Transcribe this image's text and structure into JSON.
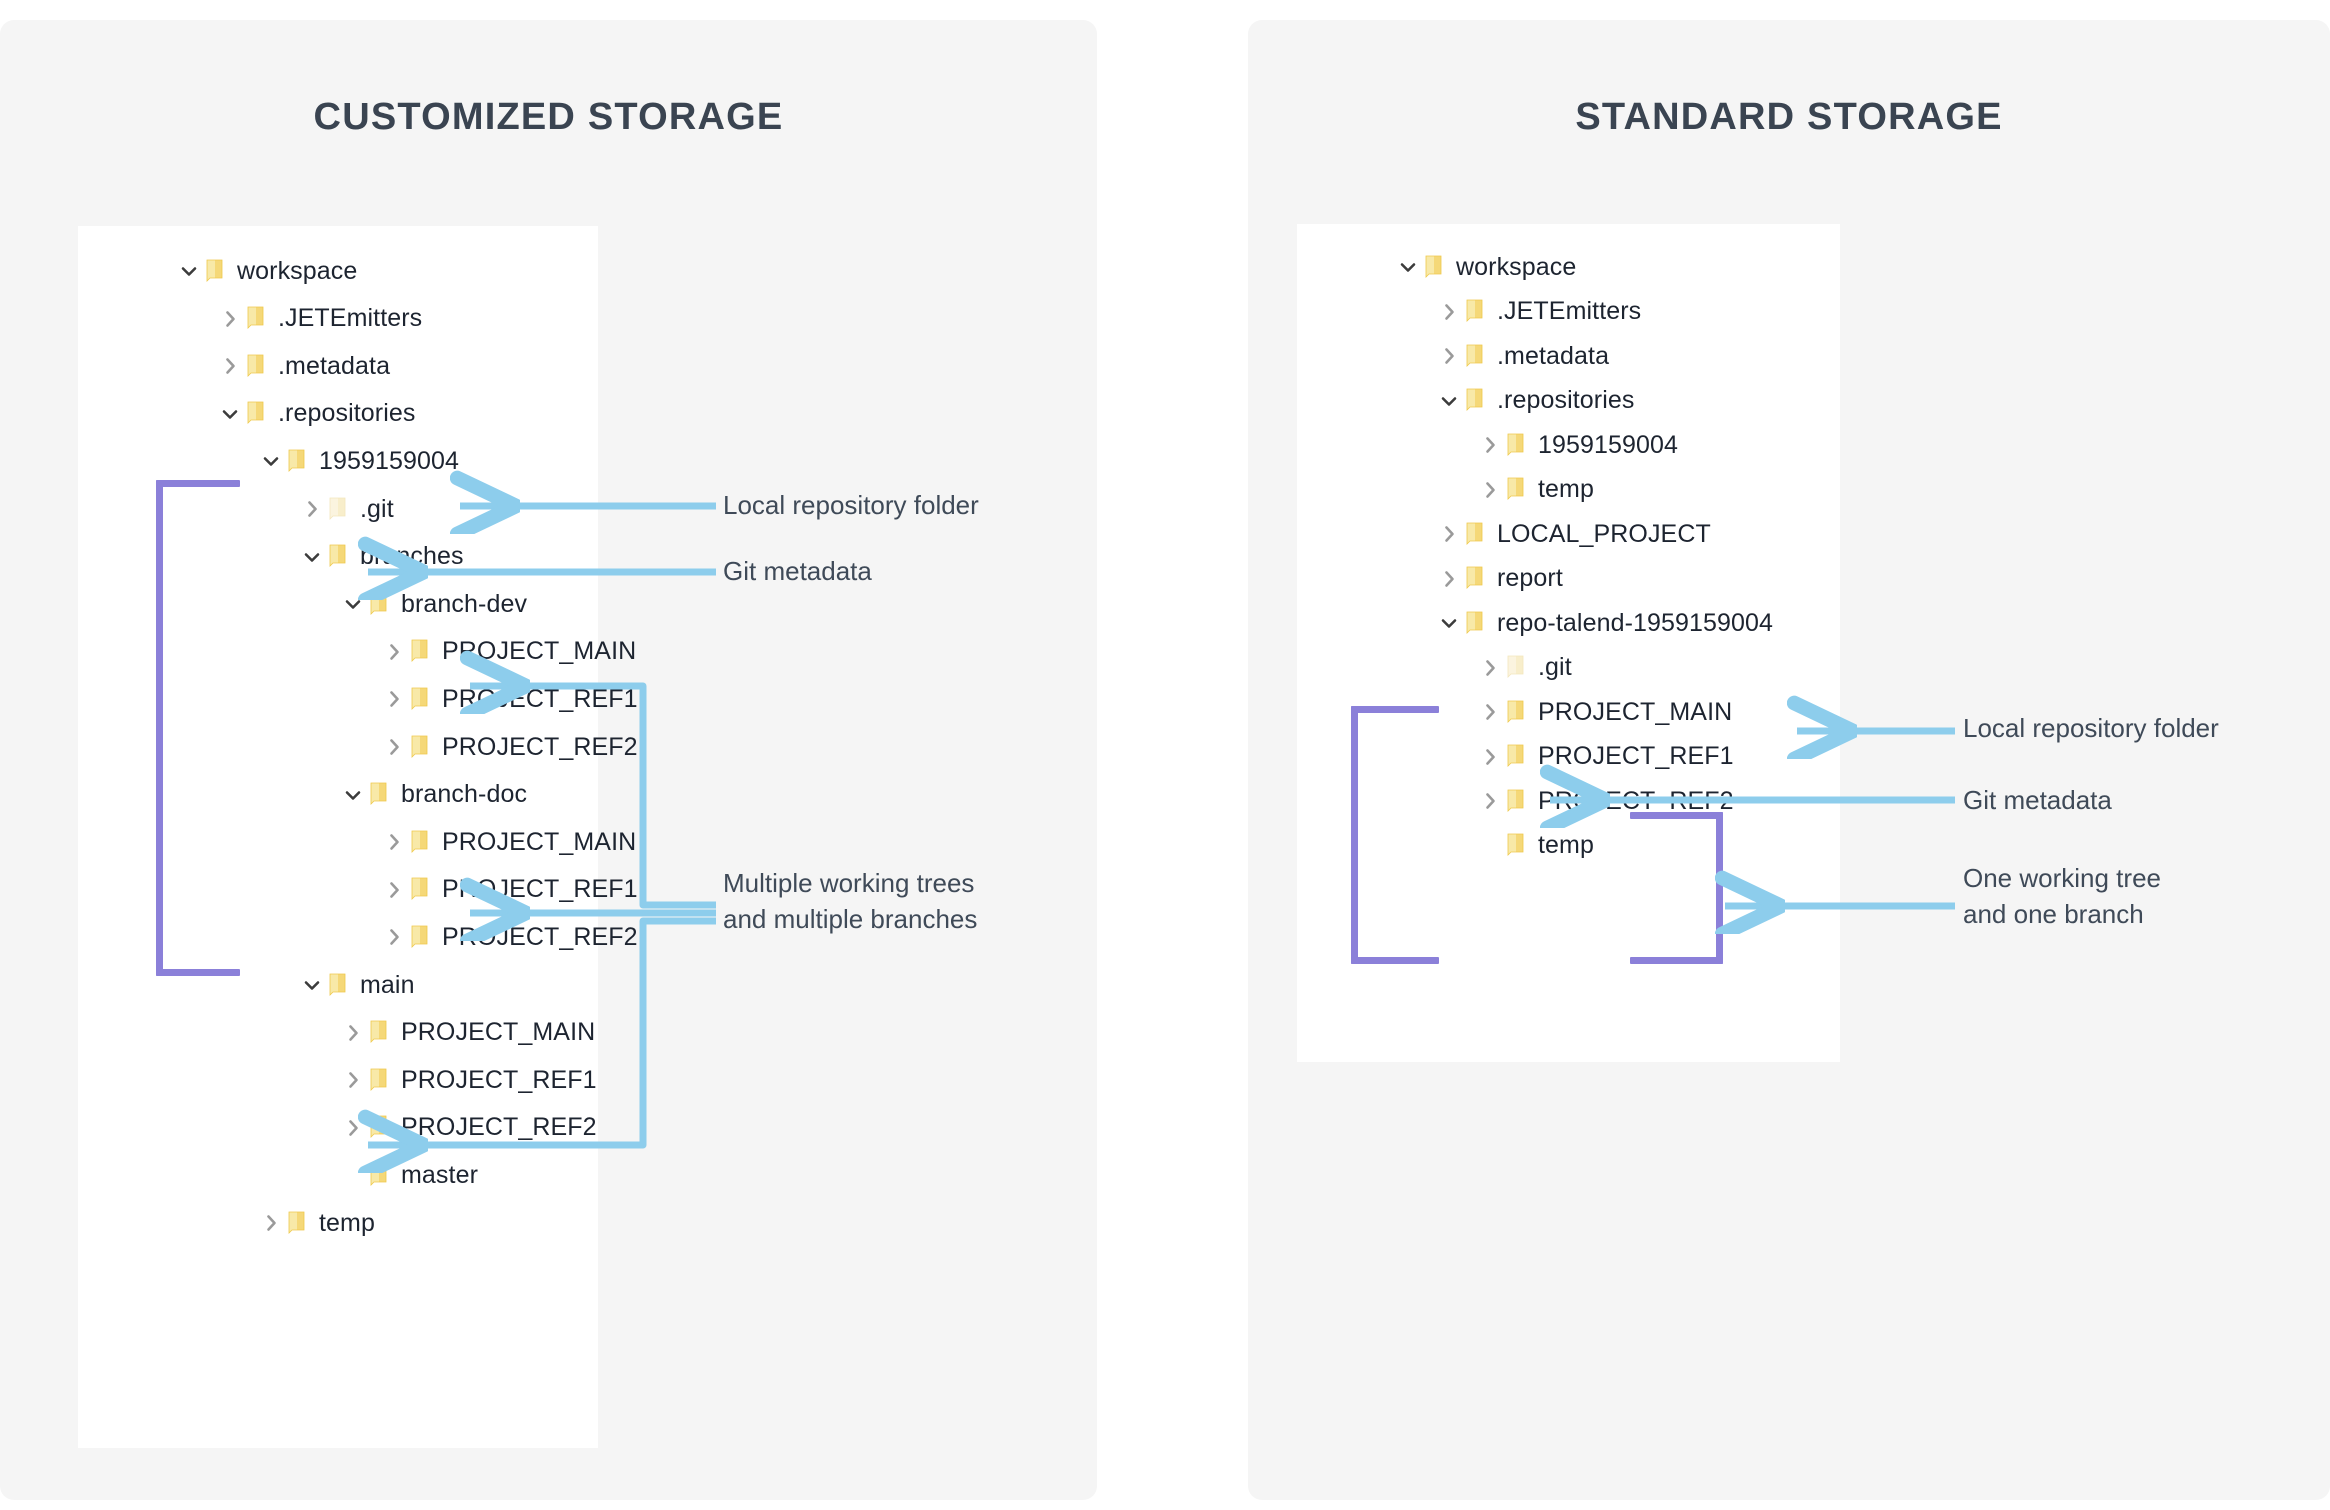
{
  "page": {
    "background": "#ffffff",
    "card_background": "#f5f5f5",
    "panel_background": "#ffffff",
    "title_color": "#3a4451",
    "arrow_color": "#8dcdec",
    "bracket_color": "#8b80d9",
    "folder_color": "#f5d76e",
    "folder_color_pale": "#f7ebc2"
  },
  "panels": [
    {
      "id": "customized",
      "title": "CUSTOMIZED STORAGE",
      "tree": [
        {
          "label": "workspace",
          "depth": 0,
          "state": "expanded",
          "icon": "folder-icon"
        },
        {
          "label": ".JETEmitters",
          "depth": 1,
          "state": "collapsed",
          "icon": "folder-icon"
        },
        {
          "label": ".metadata",
          "depth": 1,
          "state": "collapsed",
          "icon": "folder-icon"
        },
        {
          "label": ".repositories",
          "depth": 1,
          "state": "expanded",
          "icon": "folder-icon"
        },
        {
          "label": "1959159004",
          "depth": 2,
          "state": "expanded",
          "icon": "folder-icon"
        },
        {
          "label": ".git",
          "depth": 3,
          "state": "collapsed",
          "icon": "folder-icon-pale"
        },
        {
          "label": "branches",
          "depth": 3,
          "state": "expanded",
          "icon": "folder-icon"
        },
        {
          "label": "branch-dev",
          "depth": 4,
          "state": "expanded",
          "icon": "folder-icon"
        },
        {
          "label": "PROJECT_MAIN",
          "depth": 5,
          "state": "collapsed",
          "icon": "folder-icon"
        },
        {
          "label": "PROJECT_REF1",
          "depth": 5,
          "state": "collapsed",
          "icon": "folder-icon"
        },
        {
          "label": "PROJECT_REF2",
          "depth": 5,
          "state": "collapsed",
          "icon": "folder-icon"
        },
        {
          "label": "branch-doc",
          "depth": 4,
          "state": "expanded",
          "icon": "folder-icon"
        },
        {
          "label": "PROJECT_MAIN",
          "depth": 5,
          "state": "collapsed",
          "icon": "folder-icon"
        },
        {
          "label": "PROJECT_REF1",
          "depth": 5,
          "state": "collapsed",
          "icon": "folder-icon"
        },
        {
          "label": "PROJECT_REF2",
          "depth": 5,
          "state": "collapsed",
          "icon": "folder-icon"
        },
        {
          "label": "main",
          "depth": 3,
          "state": "expanded",
          "icon": "folder-icon"
        },
        {
          "label": "PROJECT_MAIN",
          "depth": 4,
          "state": "collapsed",
          "icon": "folder-icon"
        },
        {
          "label": "PROJECT_REF1",
          "depth": 4,
          "state": "collapsed",
          "icon": "folder-icon"
        },
        {
          "label": "PROJECT_REF2",
          "depth": 4,
          "state": "collapsed",
          "icon": "folder-icon"
        },
        {
          "label": "master",
          "depth": 4,
          "state": "leaf",
          "icon": "folder-icon"
        },
        {
          "label": "temp",
          "depth": 2,
          "state": "collapsed",
          "icon": "folder-icon"
        }
      ],
      "notes": [
        {
          "id": "note-local-repo-folder",
          "text": "Local repository folder"
        },
        {
          "id": "note-git-metadata",
          "text": "Git metadata"
        },
        {
          "id": "note-multiple",
          "text": "Multiple working trees\nand multiple branches"
        }
      ]
    },
    {
      "id": "standard",
      "title": "STANDARD STORAGE",
      "tree": [
        {
          "label": "workspace",
          "depth": 0,
          "state": "expanded",
          "icon": "folder-icon"
        },
        {
          "label": ".JETEmitters",
          "depth": 1,
          "state": "collapsed",
          "icon": "folder-icon"
        },
        {
          "label": ".metadata",
          "depth": 1,
          "state": "collapsed",
          "icon": "folder-icon"
        },
        {
          "label": ".repositories",
          "depth": 1,
          "state": "expanded",
          "icon": "folder-icon"
        },
        {
          "label": "1959159004",
          "depth": 2,
          "state": "collapsed",
          "icon": "folder-icon"
        },
        {
          "label": "temp",
          "depth": 2,
          "state": "collapsed",
          "icon": "folder-icon"
        },
        {
          "label": "LOCAL_PROJECT",
          "depth": 1,
          "state": "collapsed",
          "icon": "folder-icon"
        },
        {
          "label": "report",
          "depth": 1,
          "state": "collapsed",
          "icon": "folder-icon"
        },
        {
          "label": "repo-talend-1959159004",
          "depth": 1,
          "state": "expanded",
          "icon": "folder-icon"
        },
        {
          "label": ".git",
          "depth": 2,
          "state": "collapsed",
          "icon": "folder-icon-pale"
        },
        {
          "label": "PROJECT_MAIN",
          "depth": 2,
          "state": "collapsed",
          "icon": "folder-icon"
        },
        {
          "label": "PROJECT_REF1",
          "depth": 2,
          "state": "collapsed",
          "icon": "folder-icon"
        },
        {
          "label": "PROJECT_REF2",
          "depth": 2,
          "state": "collapsed",
          "icon": "folder-icon"
        },
        {
          "label": "temp",
          "depth": 2,
          "state": "leaf",
          "icon": "folder-icon"
        }
      ],
      "notes": [
        {
          "id": "note-local-repo-folder-2",
          "text": "Local repository folder"
        },
        {
          "id": "note-git-metadata-2",
          "text": "Git metadata"
        },
        {
          "id": "note-one",
          "text": "One working tree\nand one branch"
        }
      ]
    }
  ]
}
